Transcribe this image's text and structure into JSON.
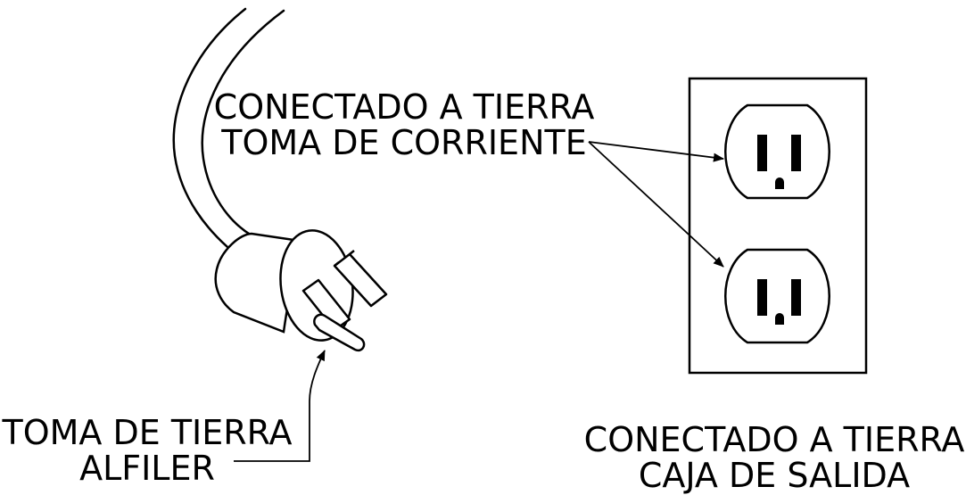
{
  "labels": {
    "receptacle": {
      "line1": "CONECTADO A TIERRA",
      "line2": "TOMA DE CORRIENTE"
    },
    "pin": {
      "line1": "TOMA DE TIERRA",
      "line2": "ALFILER"
    },
    "box": {
      "line1": "CONECTADO A TIERRA",
      "line2": "CAJA DE SALIDA"
    }
  },
  "colors": {
    "stroke": "#000000",
    "background": "#ffffff"
  }
}
